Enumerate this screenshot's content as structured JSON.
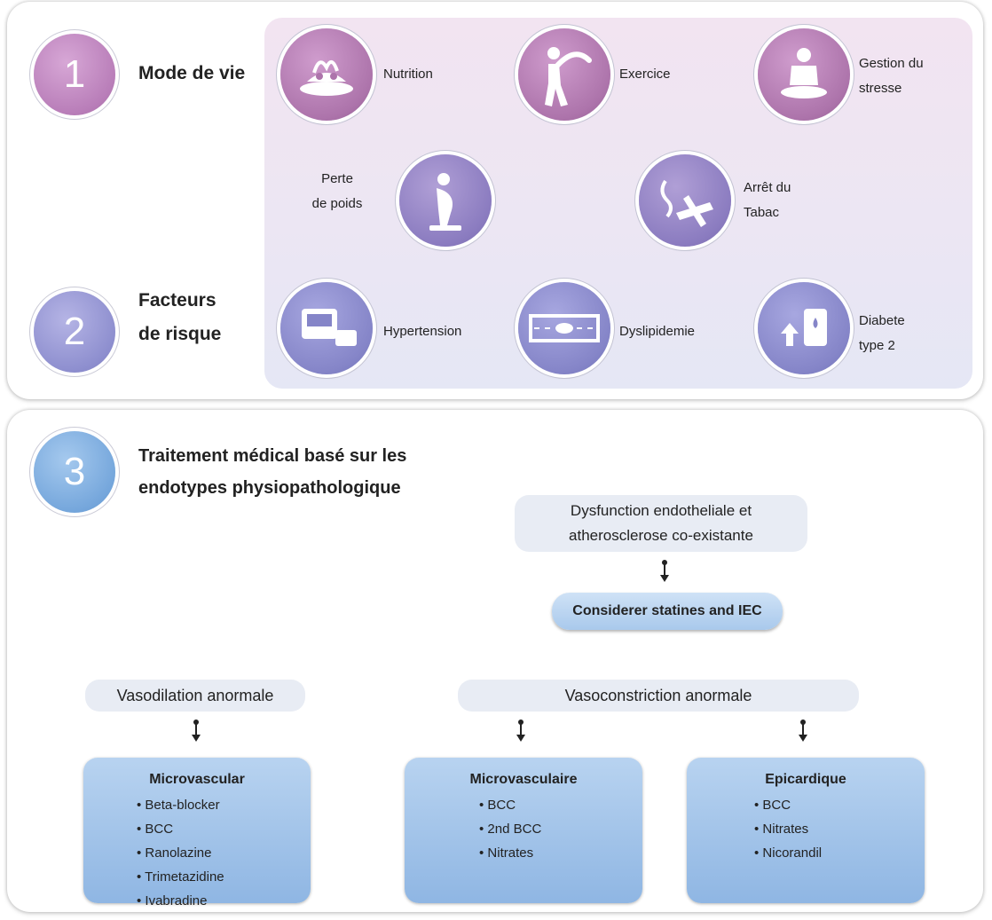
{
  "section1": {
    "number": "1",
    "title": "Mode de vie"
  },
  "section2": {
    "number": "2",
    "title_line1": "Facteurs",
    "title_line2": "de risque"
  },
  "section3": {
    "number": "3",
    "title_line1": "Traitement médical basé sur les",
    "title_line2": "endotypes physiopathologique"
  },
  "lifestyle": {
    "nutrition": "Nutrition",
    "exercise": "Exercice",
    "stress_line1": "Gestion du",
    "stress_line2": "stresse",
    "weight_line1": "Perte",
    "weight_line2": "de poids",
    "tobacco_line1": "Arrêt du",
    "tobacco_line2": "Tabac"
  },
  "risk": {
    "hypertension": "Hypertension",
    "dyslipidemia": "Dyslipidemie",
    "diabetes_line1": "Diabete",
    "diabetes_line2": "type 2"
  },
  "treatment": {
    "endothelial_line1": "Dysfunction endotheliale  et",
    "endothelial_line2": "atherosclerose co-existante",
    "statins": "Considerer statines and IEC",
    "vasodilation": "Vasodilation anormale",
    "vasoconstriction": "Vasoconstriction anormale",
    "box1": {
      "title": "Microvascular",
      "items": [
        "Beta-blocker",
        "BCC",
        "Ranolazine",
        "Trimetazidine",
        "Ivabradine"
      ]
    },
    "box2": {
      "title": "Microvasculaire",
      "items": [
        "BCC",
        "2nd BCC",
        "Nitrates"
      ]
    },
    "box3": {
      "title": "Epicardique",
      "items": [
        "BCC",
        "Nitrates",
        "Nicorandil"
      ]
    }
  },
  "colors": {
    "purple": "#ad74ab",
    "violet": "#8b7cc0",
    "blue": "#76a7dc",
    "box_blue": "#a9c9ec",
    "pill_gray": "#e8ecf4"
  }
}
